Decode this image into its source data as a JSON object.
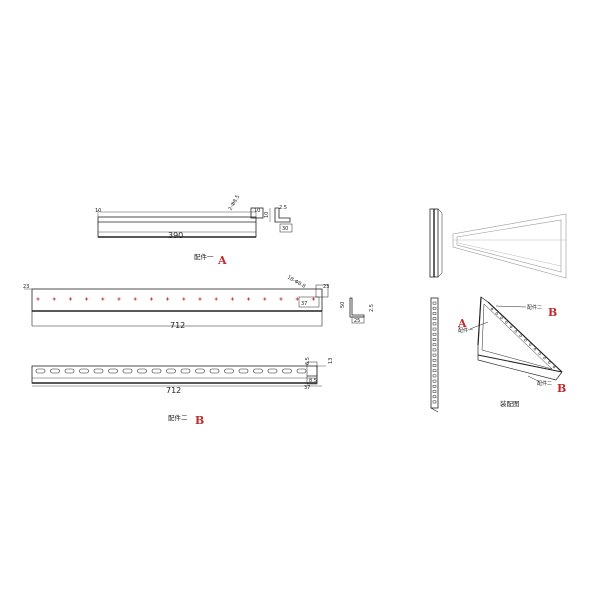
{
  "colors": {
    "line": "#222222",
    "marker": "#c0282d",
    "label_red": "#c0282d"
  },
  "part_a": {
    "length": "390",
    "dim_hole": "2-Φ8.5",
    "dim_top": "10",
    "dim_left": "10",
    "dim_profile_h": "10",
    "dim_profile_t": "2.5",
    "dim_profile_w": "30",
    "caption": "配件一",
    "letter": "A"
  },
  "part_b1": {
    "length": "712",
    "dim_left": "23",
    "dim_right": "23",
    "dim_holes": "18-Φ8.8",
    "dim_flange": "37",
    "dim_height": "50",
    "dim_thick": "2.5",
    "dim_base": "25"
  },
  "part_b2": {
    "length": "712",
    "dim_a": "6.5",
    "dim_b": "13",
    "dim_c": "8.5",
    "dim_d": "37",
    "caption": "配件二",
    "letter": "B"
  },
  "assembly": {
    "callout_b1": "配件二",
    "letter_b1": "B",
    "callout_a": "配件一",
    "letter_a": "A",
    "callout_b2": "配件二",
    "letter_b2": "B",
    "caption": "装配图"
  }
}
